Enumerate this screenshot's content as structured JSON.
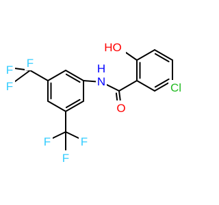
{
  "molecule": {
    "colors": {
      "bond": "#000000",
      "carbon": "#000000",
      "fluorine": "#33ccff",
      "nitrogen": "#0000ff",
      "oxygen": "#ff0000",
      "chlorine": "#22bb22"
    },
    "labels": {
      "hydroxyl": "HO",
      "amide_nh": "N",
      "amide_h": "H",
      "carbonyl_o": "O",
      "chloro": "Cl",
      "fluorine": "F"
    }
  }
}
